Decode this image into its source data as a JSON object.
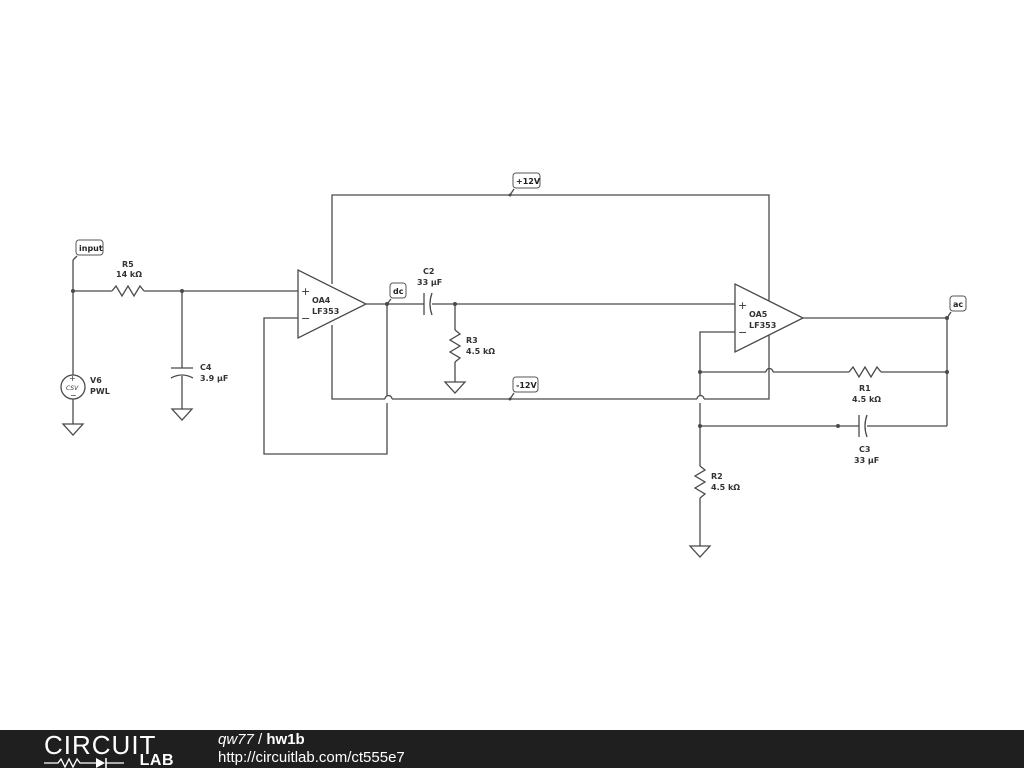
{
  "schematic": {
    "nodes": {
      "input": "input",
      "dc": "dc",
      "ac": "ac",
      "vpos": "+12V",
      "vneg": "-12V"
    },
    "components": {
      "R5": {
        "name": "R5",
        "value": "14 kΩ"
      },
      "C4": {
        "name": "C4",
        "value": "3.9 µF"
      },
      "V6": {
        "name": "V6",
        "value": "PWL",
        "symbol_text": "CSV"
      },
      "OA4": {
        "name": "OA4",
        "value": "LF353"
      },
      "C2": {
        "name": "C2",
        "value": "33 µF"
      },
      "R3": {
        "name": "R3",
        "value": "4.5 kΩ"
      },
      "OA5": {
        "name": "OA5",
        "value": "LF353"
      },
      "R1": {
        "name": "R1",
        "value": "4.5 kΩ"
      },
      "C3": {
        "name": "C3",
        "value": "33 µF"
      },
      "R2": {
        "name": "R2",
        "value": "4.5 kΩ"
      }
    },
    "signs": {
      "plus": "+",
      "minus": "−"
    }
  },
  "footer": {
    "logo_top": "CIRCUIT",
    "logo_bottom": "LAB",
    "user": "qw77",
    "separator": " / ",
    "project": "hw1b",
    "url": "http://circuitlab.com/ct555e7"
  },
  "colors": {
    "wire": "#4a4a4a",
    "footer_bg": "#1f1f1f",
    "footer_text": "#ffffff",
    "canvas_bg": "#ffffff"
  }
}
